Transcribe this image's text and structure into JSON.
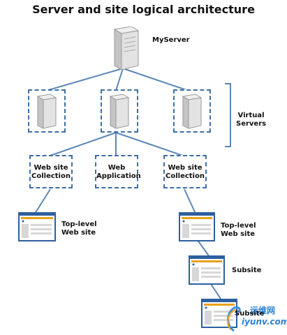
{
  "title": "Server and site logical architecture",
  "nodes": {
    "my_server": "MyServer",
    "virtual_servers": "Virtual\nServers",
    "collection_left_line1": "Web site",
    "collection_left_line2": "Collection",
    "web_application_line1": "Web",
    "web_application_line2": "Application",
    "collection_right_line1": "Web site",
    "collection_right_line2": "Collection",
    "top_level_left_line1": "Top-level",
    "top_level_left_line2": "Web site",
    "top_level_right_line1": "Top-level",
    "top_level_right_line2": "Web site",
    "subsite_1": "Subsite",
    "subsite_2": "Subsite"
  },
  "watermark": {
    "brand_top": "运维网",
    "brand_bottom": "iyunv.com"
  },
  "colors": {
    "connector": "#5c86b6",
    "dashed_border": "#3f6ea6",
    "window_frame": "#2e5f9e",
    "window_accent": "#e8a21a"
  }
}
